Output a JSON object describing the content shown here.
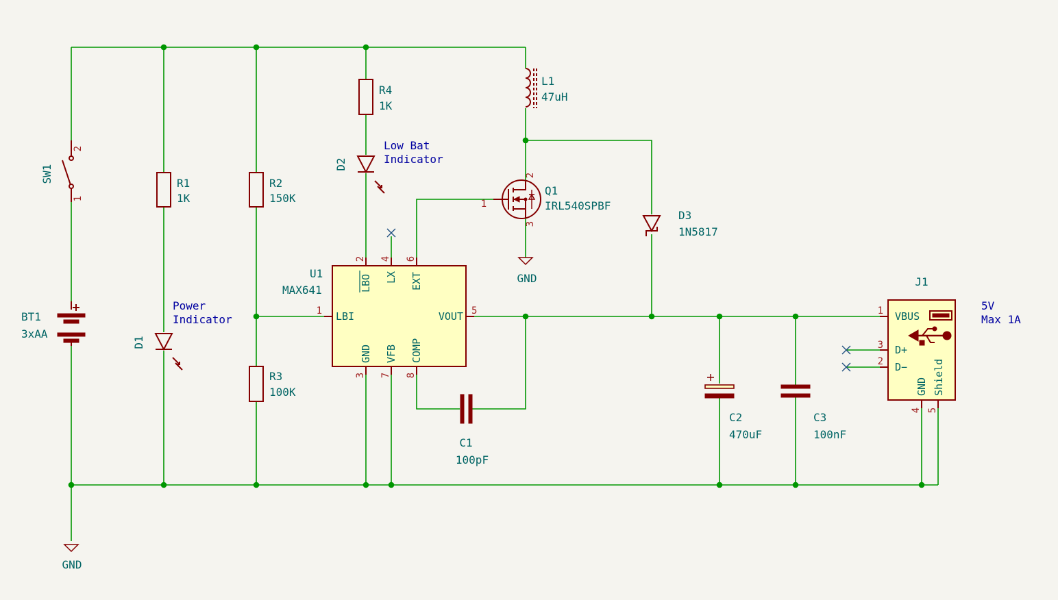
{
  "components": {
    "sw1": {
      "ref": "SW1",
      "pin1": "1",
      "pin2": "2"
    },
    "bt1": {
      "ref": "BT1",
      "value": "3xAA"
    },
    "r1": {
      "ref": "R1",
      "value": "1K"
    },
    "d1": {
      "ref": "D1"
    },
    "r2": {
      "ref": "R2",
      "value": "150K"
    },
    "r3": {
      "ref": "R3",
      "value": "100K"
    },
    "r4": {
      "ref": "R4",
      "value": "1K"
    },
    "d2": {
      "ref": "D2"
    },
    "l1": {
      "ref": "L1",
      "value": "47uH"
    },
    "q1": {
      "ref": "Q1",
      "value": "IRL540SPBF",
      "pin1": "1",
      "pin2": "2",
      "pin3": "3"
    },
    "d3": {
      "ref": "D3",
      "value": "1N5817"
    },
    "u1": {
      "ref": "U1",
      "value": "MAX641",
      "pins": {
        "lbi": {
          "num": "1",
          "name": "LBI"
        },
        "lbo": {
          "num": "2",
          "name": "LBO"
        },
        "lx": {
          "num": "4",
          "name": "LX"
        },
        "ext": {
          "num": "6",
          "name": "EXT"
        },
        "vout": {
          "num": "5",
          "name": "VOUT"
        },
        "gnd": {
          "num": "3",
          "name": "GND"
        },
        "vfb": {
          "num": "7",
          "name": "VFB"
        },
        "comp": {
          "num": "8",
          "name": "COMP"
        }
      }
    },
    "c1": {
      "ref": "C1",
      "value": "100pF"
    },
    "c2": {
      "ref": "C2",
      "value": "470uF"
    },
    "c3": {
      "ref": "C3",
      "value": "100nF"
    },
    "j1": {
      "ref": "J1",
      "pins": {
        "vbus": {
          "num": "1",
          "name": "VBUS"
        },
        "dp": {
          "num": "3",
          "name": "D+"
        },
        "dm": {
          "num": "2",
          "name": "D−"
        },
        "gnd": {
          "num": "4",
          "name": "GND"
        },
        "shield": {
          "num": "5",
          "name": "Shield"
        }
      }
    }
  },
  "power": {
    "gnd_left": "GND",
    "gnd_q1": "GND"
  },
  "notes": {
    "power_indicator": [
      "Power",
      "Indicator"
    ],
    "low_bat": [
      "Low Bat",
      "Indicator"
    ],
    "output": [
      "5V",
      "Max 1A"
    ]
  },
  "colors": {
    "wire": "#009600",
    "symbol": "#840000",
    "body_fill": "#ffffc2",
    "ref_text": "#006464",
    "note_text": "#0000a0",
    "background": "#f5f4ef"
  }
}
